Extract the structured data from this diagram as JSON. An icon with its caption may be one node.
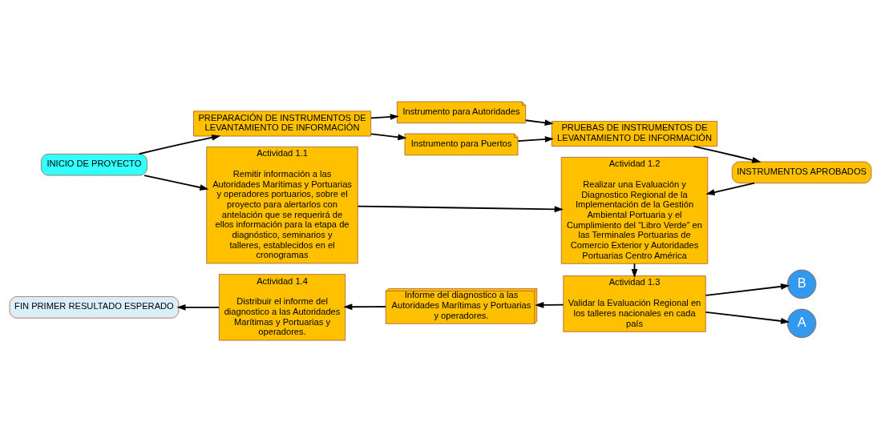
{
  "diagram": {
    "nodes": [
      {
        "text": [
          "INICIO DE PROYECTO"
        ]
      },
      {
        "text": [
          "PREPARACIÓN DE INSTRUMENTOS DE LEVANTAMIENTO DE INFORMACIÓN"
        ]
      },
      {
        "text": [
          "Instrumento para Autoridades"
        ]
      },
      {
        "text": [
          "Instrumento para Puertos"
        ]
      },
      {
        "text": [
          "PRUEBAS DE INSTRUMENTOS DE LEVANTAMIENTO DE INFORMACIÓN"
        ]
      },
      {
        "text": [
          "INSTRUMENTOS APROBADOS"
        ]
      },
      {
        "text": [
          "Actividad 1.1",
          "Remitir información a las Autoridades Marítimas y Portuarias y operadores portuarios, sobre el proyecto para alertarlos con antelación que se requerirá de ellos información para la etapa de diagnóstico, seminarios y talleres, establecidos en el cronogramas"
        ]
      },
      {
        "text": [
          "Actividad 1.2",
          "Realizar una Evaluación y Diagnostico Regional de la Implementación de la Gestión Ambiental Portuaria y el Cumplimiento del “Libro Verde” en las Terminales Portuarias de Comercio Exterior y Autoridades Portuarias Centro América"
        ]
      },
      {
        "text": [
          "B"
        ]
      },
      {
        "text": [
          "A"
        ]
      },
      {
        "text": [
          "FIN PRIMER RESULTADO ESPERADO"
        ]
      },
      {
        "text": [
          "Actividad 1.4",
          "Distribuir el informe del diagnostico a las Autoridades Marítimas y Portuarias y operadores."
        ]
      },
      {
        "text": [
          "Informe del diagnostico a las Autoridades Marítimas y Portuarias y operadores."
        ]
      },
      {
        "text": [
          "Actividad 1.3",
          "Validar la Evaluación Regional en los talleres nacionales en cada país"
        ]
      }
    ],
    "edges": [
      {
        "from": 0,
        "to": 1,
        "arrow": "to"
      },
      {
        "from": 1,
        "to": 2,
        "arrow": "to"
      },
      {
        "from": 1,
        "to": 3,
        "arrow": "to"
      },
      {
        "from": 2,
        "to": 4,
        "arrow": "to"
      },
      {
        "from": 3,
        "to": 4,
        "arrow": "to"
      },
      {
        "from": 4,
        "to": 5,
        "arrow": "to"
      },
      {
        "from": 0,
        "to": 6,
        "arrow": "to"
      },
      {
        "from": 6,
        "to": 7,
        "arrow": "to"
      },
      {
        "from": 5,
        "to": 7,
        "arrow": "to"
      },
      {
        "from": 7,
        "to": 13,
        "arrow": "to"
      },
      {
        "from": 13,
        "to": 8,
        "arrow": "to"
      },
      {
        "from": 13,
        "to": 9,
        "arrow": "to"
      },
      {
        "from": 13,
        "to": 12,
        "arrow": "to"
      },
      {
        "from": 12,
        "to": 11,
        "arrow": "to"
      },
      {
        "from": 11,
        "to": 10,
        "arrow": "to"
      }
    ]
  }
}
